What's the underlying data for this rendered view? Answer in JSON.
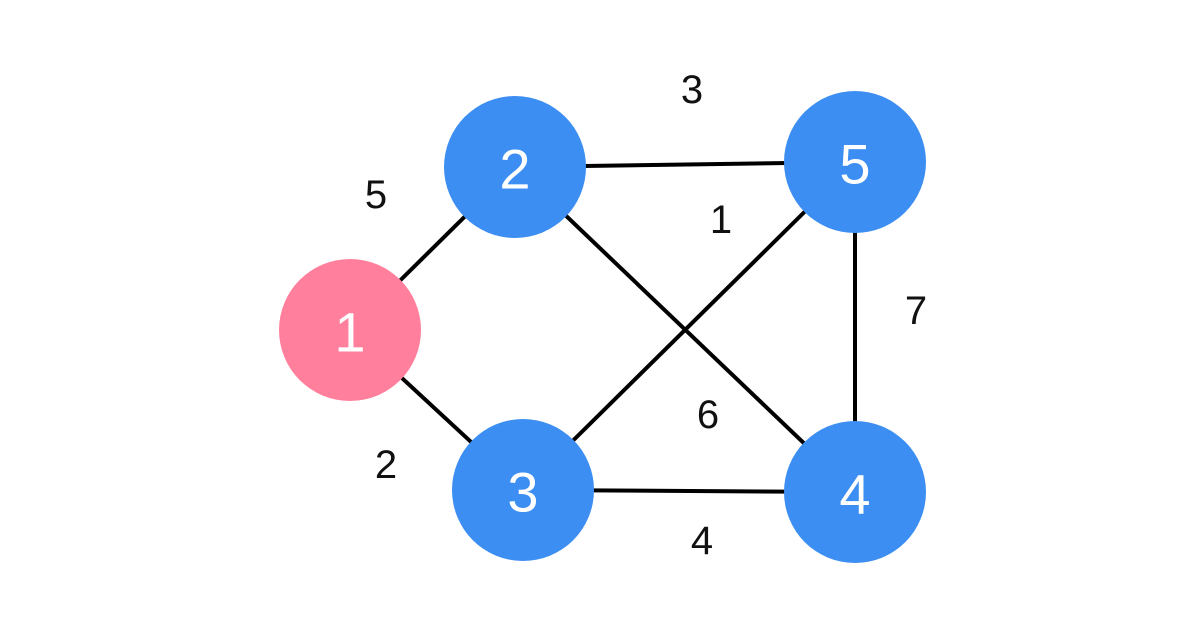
{
  "nodes": [
    {
      "id": "1",
      "label": "1",
      "color": "#ff7f9c"
    },
    {
      "id": "2",
      "label": "2",
      "color": "#3d8ef2"
    },
    {
      "id": "3",
      "label": "3",
      "color": "#3d8ef2"
    },
    {
      "id": "4",
      "label": "4",
      "color": "#3d8ef2"
    },
    {
      "id": "5",
      "label": "5",
      "color": "#3d8ef2"
    }
  ],
  "edges": [
    {
      "from": "1",
      "to": "2",
      "weight": "5"
    },
    {
      "from": "1",
      "to": "3",
      "weight": "2"
    },
    {
      "from": "2",
      "to": "5",
      "weight": "3"
    },
    {
      "from": "2",
      "to": "4",
      "weight": "6"
    },
    {
      "from": "3",
      "to": "5",
      "weight": "1"
    },
    {
      "from": "3",
      "to": "4",
      "weight": "4"
    },
    {
      "from": "5",
      "to": "4",
      "weight": "7"
    }
  ]
}
